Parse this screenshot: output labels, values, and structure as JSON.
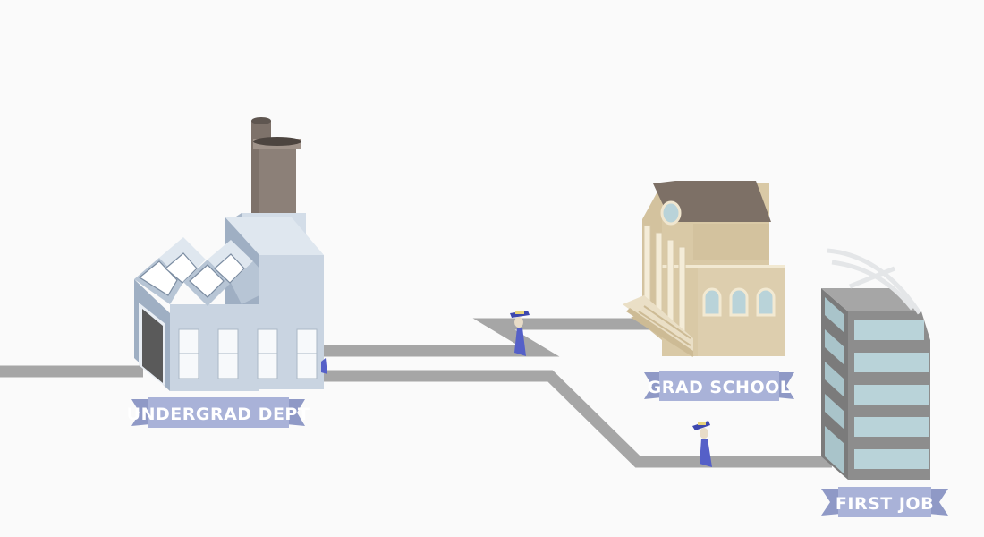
{
  "labels": {
    "undergrad": "UNDERGRAD DEPT",
    "grad": "GRAD SCHOOL",
    "job": "FIRST JOB"
  },
  "colors": {
    "background": "#fafafa",
    "road": "#a6a6a6",
    "banner": "#a9b2d8",
    "banner_dark": "#8f99c6",
    "banner_text": "#ffffff",
    "factory_light": "#c9d4e1",
    "factory_dark": "#9fafc3",
    "chimney": "#8c8078",
    "school_wall": "#d9c9a6",
    "school_roof": "#7d7066",
    "office_glass": "#b9d3d9",
    "office_frame": "#8d8d8d",
    "figure_robe": "#5560c8"
  }
}
